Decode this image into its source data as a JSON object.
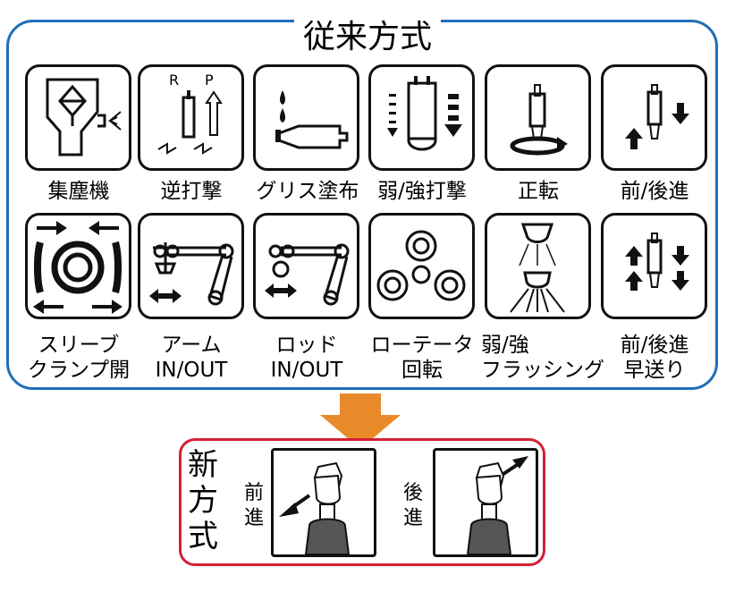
{
  "old_method": {
    "title": "従来方式",
    "row1": [
      {
        "label": "集塵機"
      },
      {
        "label": "逆打撃",
        "inner_text": [
          "R",
          "P"
        ]
      },
      {
        "label": "グリス塗布"
      },
      {
        "label": "弱/強打撃"
      },
      {
        "label": "正転"
      },
      {
        "label": "前/後進"
      }
    ],
    "row2": [
      {
        "line1": "スリーブ",
        "line2": "クランプ開"
      },
      {
        "line1": "アーム",
        "line2": "IN/OUT"
      },
      {
        "line1": "ロッド",
        "line2": "IN/OUT"
      },
      {
        "line1": "ローテータ",
        "line2": "回転"
      },
      {
        "line1": "弱/強",
        "line2": "フラッシング"
      },
      {
        "line1": "前/後進",
        "line2": "早送り"
      }
    ]
  },
  "new_method": {
    "title_chars": [
      "新",
      "方",
      "式"
    ],
    "left_label": [
      "前",
      "進"
    ],
    "right_label": [
      "後",
      "進"
    ]
  },
  "colors": {
    "old_border": "#1f6fb8",
    "new_border": "#d42035",
    "transition_arrow": "#e98a2a"
  }
}
